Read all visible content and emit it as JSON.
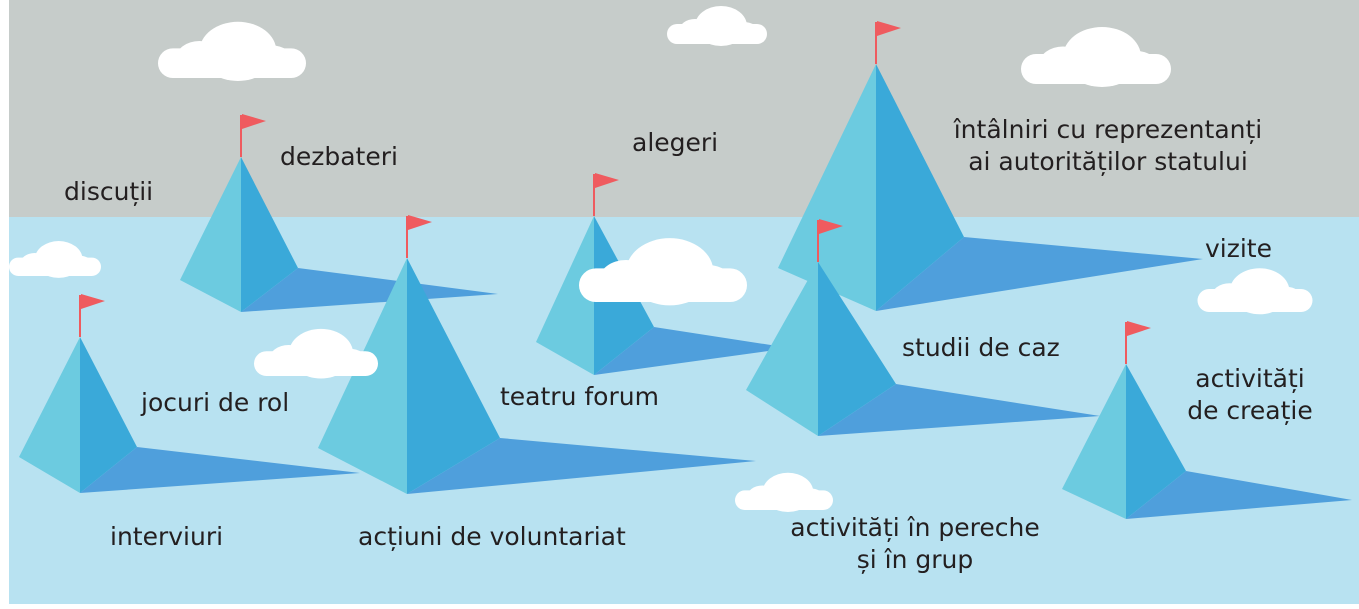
{
  "colors": {
    "sky": "#c6ccca",
    "water": "#b8e2f1",
    "pyramid_light": "#6ccbe0",
    "pyramid_dark": "#3aa9d9",
    "shadow": "#4f9fdc",
    "flag": "#ef5b5f",
    "pole": "#ef5b5f",
    "cloud": "#ffffff",
    "text": "#231f20"
  },
  "labels": {
    "discutii": "discuții",
    "dezbateri": "dezbateri",
    "alegeri": "alegeri",
    "intalniri_line1": "întâlniri cu reprezentanți",
    "intalniri_line2": "ai autorităților statului",
    "vizite": "vizite",
    "studii": "studii de caz",
    "jocuri": "jocuri de rol",
    "teatru": "teatru forum",
    "activitati_creatie_line1": "activități",
    "activitati_creatie_line2": "de creație",
    "interviuri": "interviuri",
    "actiuni": "acțiuni de voluntariat",
    "pereche_line1": "activități în pereche",
    "pereche_line2": "și în grup"
  }
}
